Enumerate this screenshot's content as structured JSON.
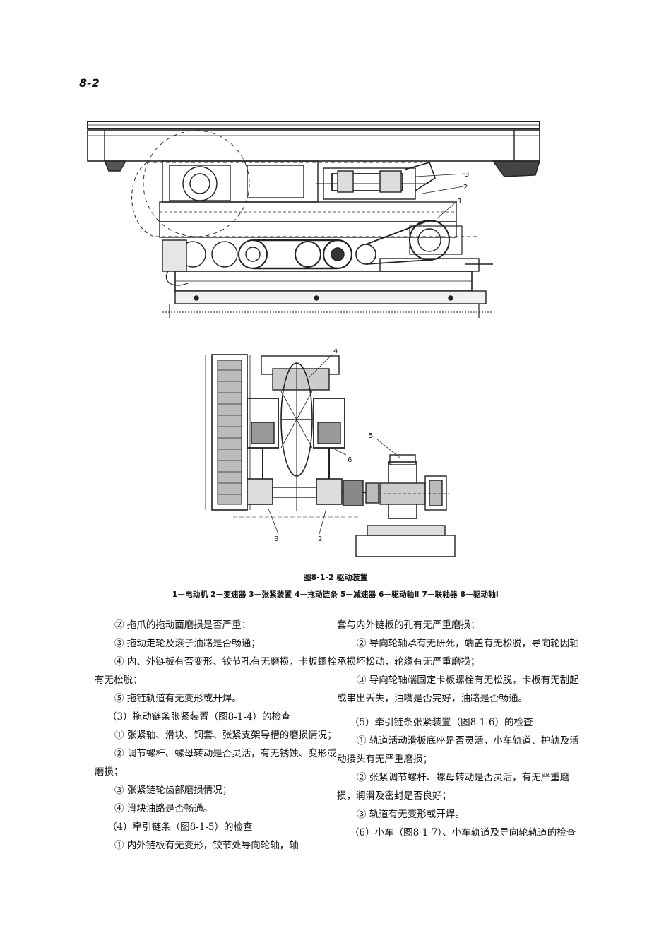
{
  "page": {
    "number": "8-2"
  },
  "figure": {
    "caption": "图8-1-2   驱动装置",
    "legend": "1—电动机   2—变速器   3—张紧装置   4—拖动链条   5—减速器   6—驱动轴Ⅱ   7—联轴器   8—驱动轴Ⅰ",
    "top_labels": [
      "3",
      "2",
      "1"
    ],
    "bottom_labels": [
      "4",
      "5",
      "6",
      "8",
      "2"
    ]
  },
  "left_column": [
    "② 拖爪的拖动面磨损是否严重；",
    "③ 拖动走轮及滚子油路是否畅通；",
    "④ 内、外链板有否变形、铰节孔有无磨损，卡板螺栓有无松脱；",
    "⑤ 拖链轨道有无变形或开焊。",
    "（3）拖动链条张紧装置（图8-1-4）的检查",
    "① 张紧轴、滑块、铜套、张紧支架导槽的磨损情况；",
    "② 调节螺杆、螺母转动是否灵活，有无锈蚀、变形或磨损；",
    "③ 张紧链轮齿部磨损情况；",
    "④ 滑块油路是否畅通。",
    "（4）牵引链条（图8-1-5）的检查",
    "① 内外链板有无变形，铰节处导向轮轴，轴"
  ],
  "right_column": [
    "套与内外链板的孔有无严重磨损；",
    "② 导向轮轴承有无研死，端盖有无松脱，导向轮因轴承损坏松动，轮缘有无严重磨损；",
    "③ 导向轮轴端固定卡板螺栓有无松脱，卡板有无刮起或串出丢失，油嘴是否完好，油路是否畅通。",
    "（5）牵引链条张紧装置（图8-1-6）的检查",
    "① 轨道活动滑板底座是否灵活，小车轨道、护轨及活动接头有无严重磨损；",
    "② 张紧调节螺杆、螺母转动是否灵活，有无严重磨损，润滑及密封是否良好；",
    "③ 轨道有无变形或开焊。",
    "（6）小车（图8-1-7）、小车轨道及导向轮轨道的检查"
  ]
}
